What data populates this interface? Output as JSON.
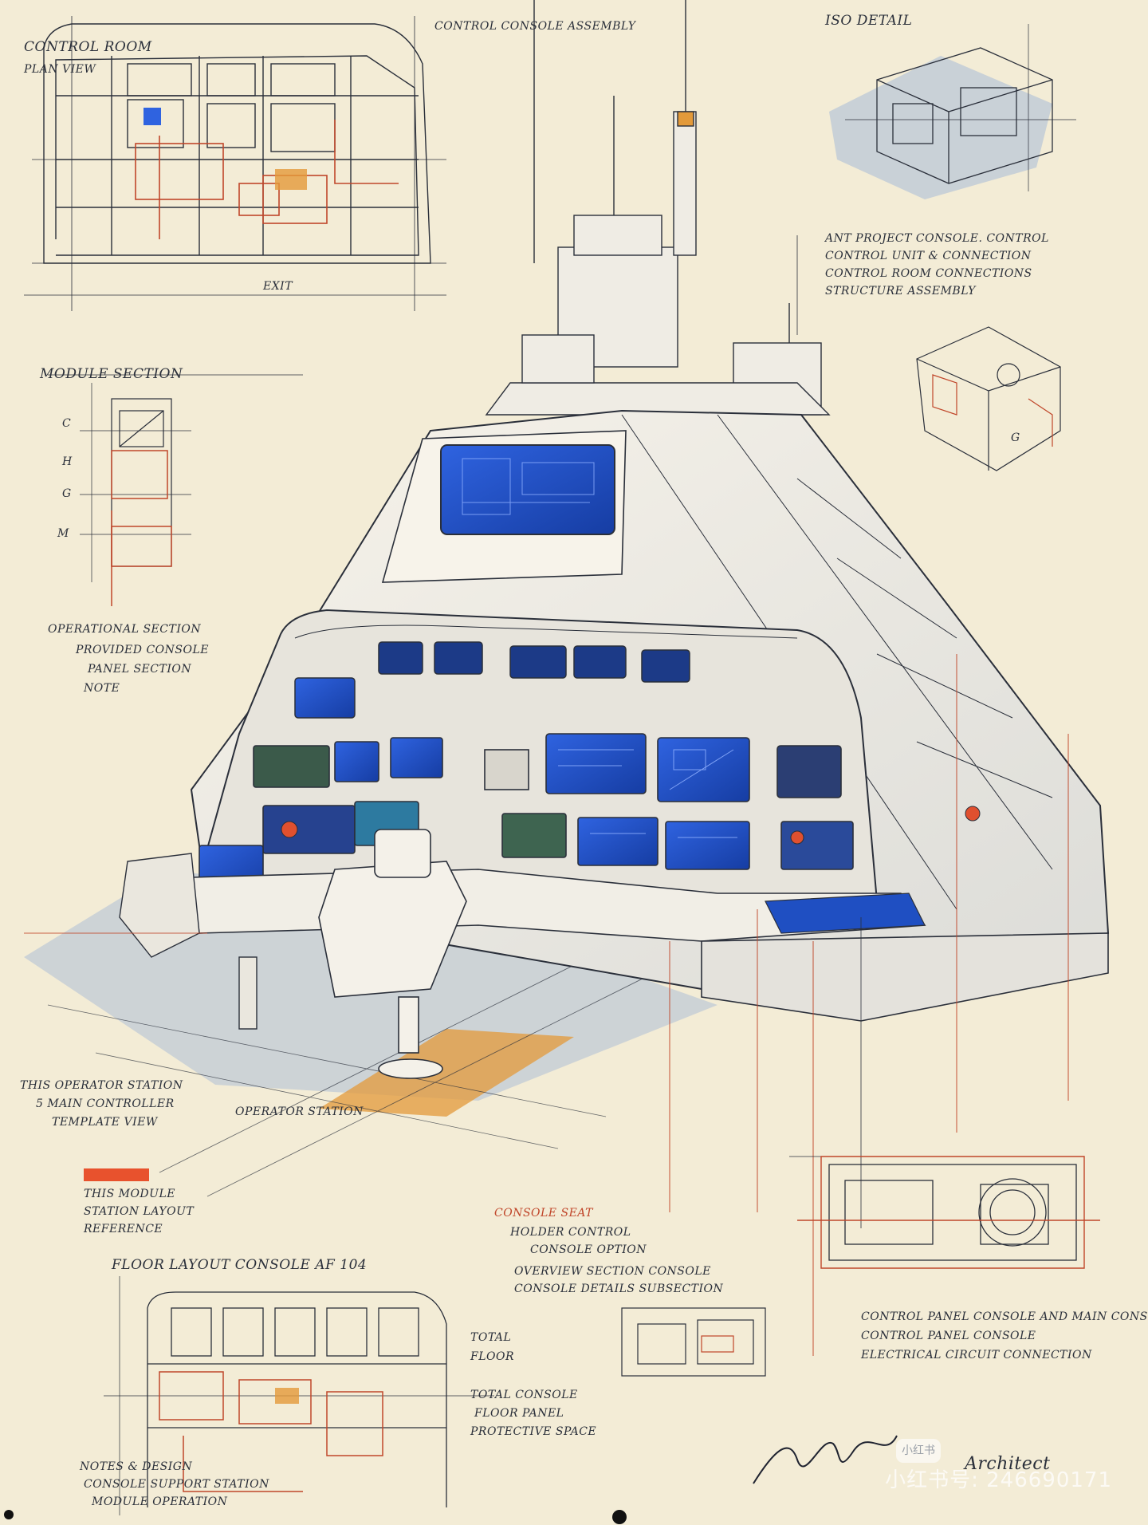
{
  "annotations": {
    "top_left_header": "CONTROL ROOM",
    "top_left_notes": [
      "PLAN VIEW",
      "EXIT"
    ],
    "top_center": "CONTROL CONSOLE ASSEMBLY",
    "top_right_header": "ISO DETAIL",
    "top_right_notes": [
      "ANT PROJECT CONSOLE. CONTROL",
      "CONTROL UNIT & CONNECTION",
      "CONTROL ROOM CONNECTIONS",
      "STRUCTURE ASSEMBLY"
    ],
    "left_mid_title": "MODULE SECTION",
    "left_section_notes": [
      "OPERATIONAL SECTION",
      "PROVIDED CONSOLE",
      "PANEL SECTION",
      "NOTE"
    ],
    "lower_left_notes": [
      "THIS OPERATOR STATION",
      "5 MAIN CONTROLLER",
      "TEMPLATE VIEW",
      "OPERATOR STATION"
    ],
    "legend_notes": [
      "THIS MODULE",
      "STATION LAYOUT",
      "REFERENCE"
    ],
    "mid_center_notes": [
      "CONSOLE SEAT",
      "HOLDER CONTROL",
      "CONSOLE OPTION"
    ],
    "mid_center_body": [
      "OVERVIEW SECTION CONSOLE",
      "CONSOLE DETAILS SUBSECTION"
    ],
    "bottom_title": "FLOOR LAYOUT CONSOLE AF 104",
    "bottom_side": [
      "TOTAL",
      "FLOOR"
    ],
    "bottom_right_notes": [
      "CONTROL PANEL CONSOLE AND MAIN CONSOLES",
      "CONTROL PANEL CONSOLE",
      "ELECTRICAL CIRCUIT CONNECTION"
    ],
    "bottom_left_notes": [
      "NOTES & DESIGN",
      "CONSOLE SUPPORT STATION",
      "MODULE OPERATION"
    ],
    "bottom_center_notes": [
      "TOTAL CONSOLE",
      "FLOOR PANEL",
      "PROTECTIVE SPACE"
    ],
    "dim_labels": [
      "C",
      "G",
      "H",
      "G",
      "M"
    ]
  },
  "signature": "Architect",
  "watermark": "小红书号: 246690171",
  "watermark_badge": "小红书",
  "colors": {
    "paper": "#f3ecd6",
    "ink": "#2a2f3a",
    "red_ink": "#c0462a",
    "screen_blue": "#1f4fc2",
    "accent_orange": "#e39a3a",
    "shadow_blue": "#9fb6d8"
  }
}
